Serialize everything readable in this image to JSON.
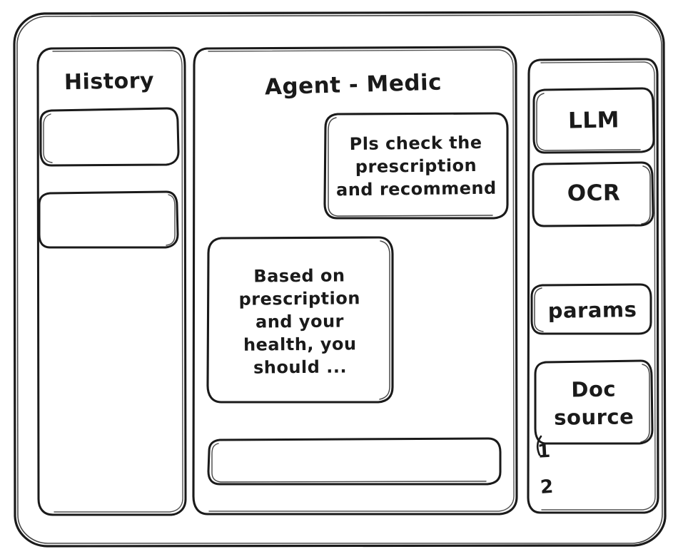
{
  "window": {
    "style": "hand-drawn-wireframe",
    "stroke_color": "#1a1a1a",
    "background_color": "#ffffff"
  },
  "sidebar_left": {
    "title": "History",
    "items": [
      {
        "label": "",
        "name": "history-item-1"
      },
      {
        "label": "",
        "name": "history-item-2"
      }
    ]
  },
  "main": {
    "title": "Agent - Medic",
    "messages": [
      {
        "role": "user",
        "text": "Pls check the\nprescription\nand recommend"
      },
      {
        "role": "agent",
        "text": "Based on\nprescription\nand your\nhealth, you\nshould ..."
      }
    ],
    "composer": {
      "value": "",
      "placeholder": ""
    }
  },
  "sidebar_right": {
    "cards": [
      {
        "label": "LLM",
        "name": "llm-card"
      },
      {
        "label": "OCR",
        "name": "ocr-card"
      },
      {
        "label": "params",
        "name": "params-card"
      },
      {
        "label": "Doc\nsource",
        "name": "doc-source-card"
      }
    ],
    "sources": [
      "1",
      "2"
    ]
  }
}
